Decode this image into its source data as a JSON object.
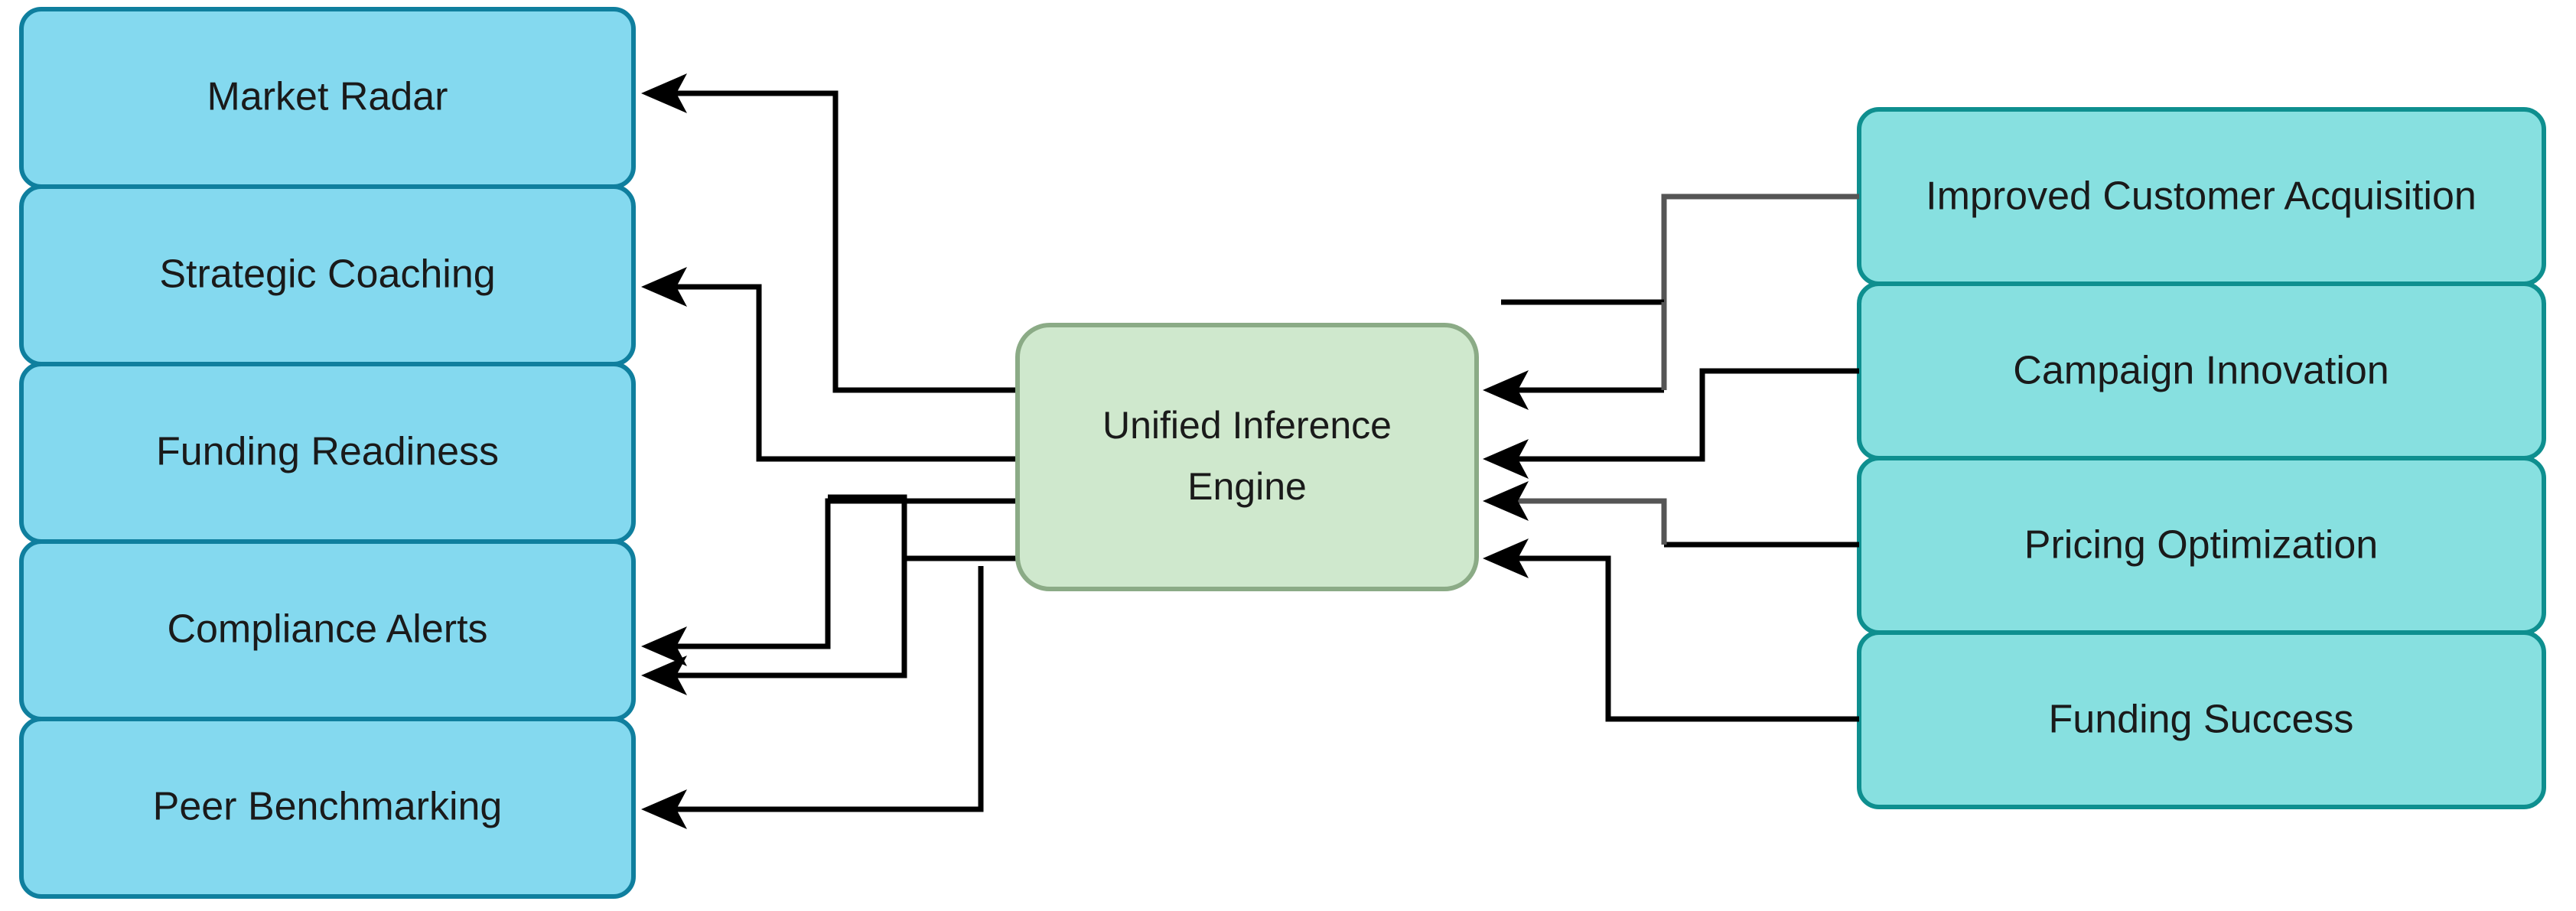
{
  "diagram": {
    "title": "Unified Inference Engine",
    "type": "flow-diagram",
    "background_color": "#ffffff",
    "center_node": {
      "label_line1": "Unified Inference",
      "label_line2": "Engine",
      "fill": "#cfe8cd",
      "stroke": "#8bab86"
    },
    "left_column": {
      "fill": "#84d9ef",
      "stroke": "#0f7f9e",
      "items": [
        {
          "label": "Market Radar"
        },
        {
          "label": "Strategic Coaching"
        },
        {
          "label": "Funding Readiness"
        },
        {
          "label": "Compliance Alerts"
        },
        {
          "label": "Peer Benchmarking"
        }
      ]
    },
    "right_column": {
      "fill": "#87e0e0",
      "stroke": "#0e8f8f",
      "items": [
        {
          "label": "Improved Customer Acquisition"
        },
        {
          "label": "Campaign Innovation"
        },
        {
          "label": "Pricing Optimization"
        },
        {
          "label": "Funding Success"
        }
      ]
    },
    "edge_color": "#000000",
    "edge_color_muted": "#555555"
  }
}
